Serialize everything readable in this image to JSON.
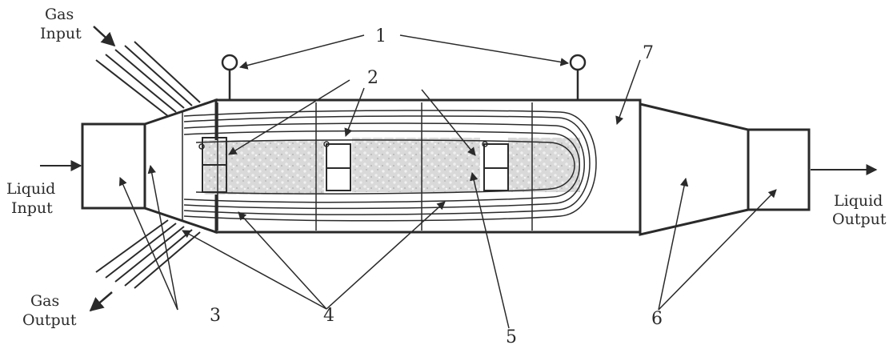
{
  "labels": {
    "gas_input_line1": "Gas",
    "gas_input_line2": "Input",
    "gas_output_line1": "Gas",
    "gas_output_line2": "Output",
    "liquid_input_line1": "Liquid",
    "liquid_input_line2": "Input",
    "liquid_output_line1": "Liquid",
    "liquid_output_line2": "Output"
  },
  "callouts": {
    "n1": "1",
    "n2": "2",
    "n3": "3",
    "n4": "4",
    "n5": "5",
    "n6": "6",
    "n7": "7"
  },
  "colors": {
    "line": "#2a2a2a",
    "fill": "#ffffff",
    "packing": "#d7d7d7"
  }
}
